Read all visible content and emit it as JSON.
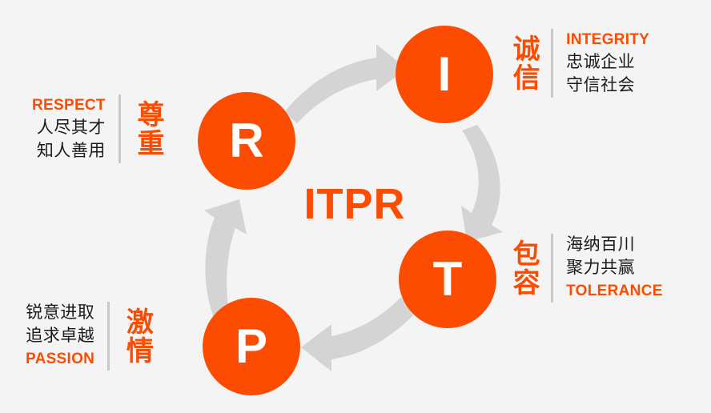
{
  "theme": {
    "background_color": "#f4f4f4",
    "accent_color": "#fc4c02",
    "text_color": "#1a1a1a",
    "arrow_color": "#d4d4d4",
    "divider_color": "#c9c9c9",
    "circle_letter_color": "#ffffff"
  },
  "center": {
    "acronym": "ITPR"
  },
  "nodes": [
    {
      "id": "respect",
      "letter": "R"
    },
    {
      "id": "integrity",
      "letter": "I"
    },
    {
      "id": "tolerance",
      "letter": "T"
    },
    {
      "id": "passion",
      "letter": "P"
    }
  ],
  "blocks": {
    "respect": {
      "vertical_label": "尊重",
      "english": "RESPECT",
      "chinese_line1": "人尽其才",
      "chinese_line2": "知人善用"
    },
    "integrity": {
      "vertical_label": "诚信",
      "english": "INTEGRITY",
      "chinese_line1": "忠诚企业",
      "chinese_line2": "守信社会"
    },
    "tolerance": {
      "vertical_label": "包容",
      "chinese_line1": "海纳百川",
      "chinese_line2": "聚力共赢",
      "english": "TOLERANCE"
    },
    "passion": {
      "vertical_label": "激情",
      "chinese_line1": "锐意进取",
      "chinese_line2": "追求卓越",
      "english": "PASSION"
    }
  },
  "arrows": [
    {
      "id": "arrow-r-to-i",
      "from": "R",
      "to": "I",
      "direction": "up-right"
    },
    {
      "id": "arrow-i-to-t",
      "from": "I",
      "to": "T",
      "direction": "down-left"
    },
    {
      "id": "arrow-t-to-p",
      "from": "T",
      "to": "P",
      "direction": "left"
    },
    {
      "id": "arrow-p-to-r",
      "from": "P",
      "to": "R",
      "direction": "up"
    }
  ]
}
